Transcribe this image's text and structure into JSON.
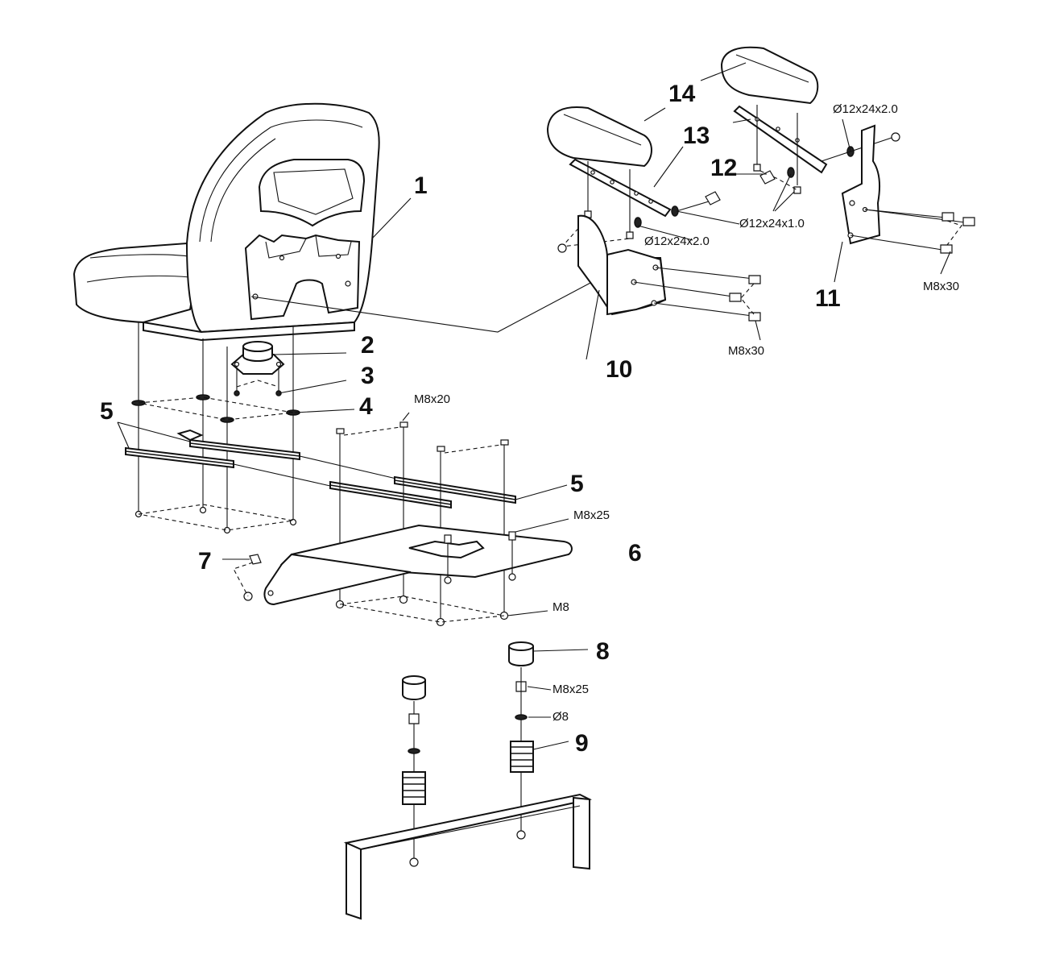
{
  "callouts": {
    "c1": "1",
    "c2": "2",
    "c3": "3",
    "c4": "4",
    "c5a": "5",
    "c5b": "5",
    "c6": "6",
    "c7": "7",
    "c8": "8",
    "c9": "9",
    "c10": "10",
    "c11": "11",
    "c12": "12",
    "c13": "13",
    "c14": "14"
  },
  "specs": {
    "m8x20": "M8x20",
    "m8x25_plate": "M8x25",
    "m8_nut": "M8",
    "m8x25_spring": "M8x25",
    "d8_washer": "Ø8",
    "m8x30_left": "M8x30",
    "m8x30_right": "M8x30",
    "washer_12x24x2_left": "Ø12x24x2.0",
    "washer_12x24x2_right": "Ø12x24x2.0",
    "washer_12x24x1": "Ø12x24x1.0"
  },
  "colors": {
    "line": "#111111",
    "background": "#ffffff"
  }
}
